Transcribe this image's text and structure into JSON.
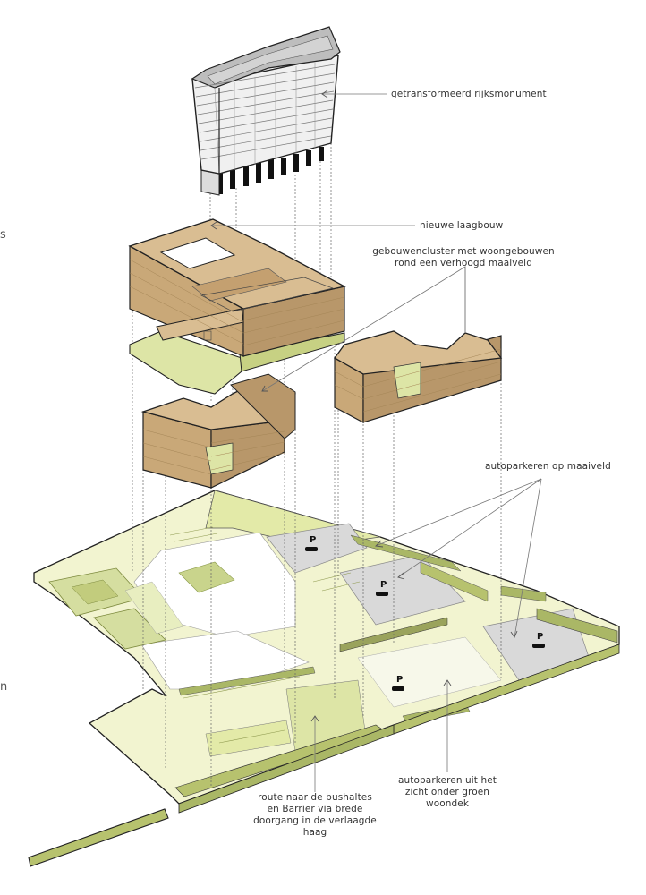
{
  "labels": {
    "monument": "getransformeerd rijksmonument",
    "laagbouw": "nieuwe laagbouw",
    "cluster_line1": "gebouwencluster met woongebouwen",
    "cluster_line2": "rond een verhoogd maaiveld",
    "parking_surface": "autoparkeren op maaiveld",
    "parking_hidden_line1": "autoparkeren uit het",
    "parking_hidden_line2": "zicht onder groen",
    "parking_hidden_line3": "woondek",
    "route_line1": "route naar de bushaltes",
    "route_line2": "en Barrier via brede",
    "route_line3": "doorgang in de verlaagde",
    "route_line4": "haag"
  },
  "edge_fragments": {
    "top": "s",
    "bottom": "n"
  },
  "parking_symbol": "P",
  "colors": {
    "building": "#d9bd92",
    "building_side": "#b8976a",
    "ground_light": "#f2f4d0",
    "ground_mid": "#dde5a6",
    "ground_green": "#b7c26e",
    "paving": "#d9d9d9",
    "tower": "#e9e9e9"
  }
}
